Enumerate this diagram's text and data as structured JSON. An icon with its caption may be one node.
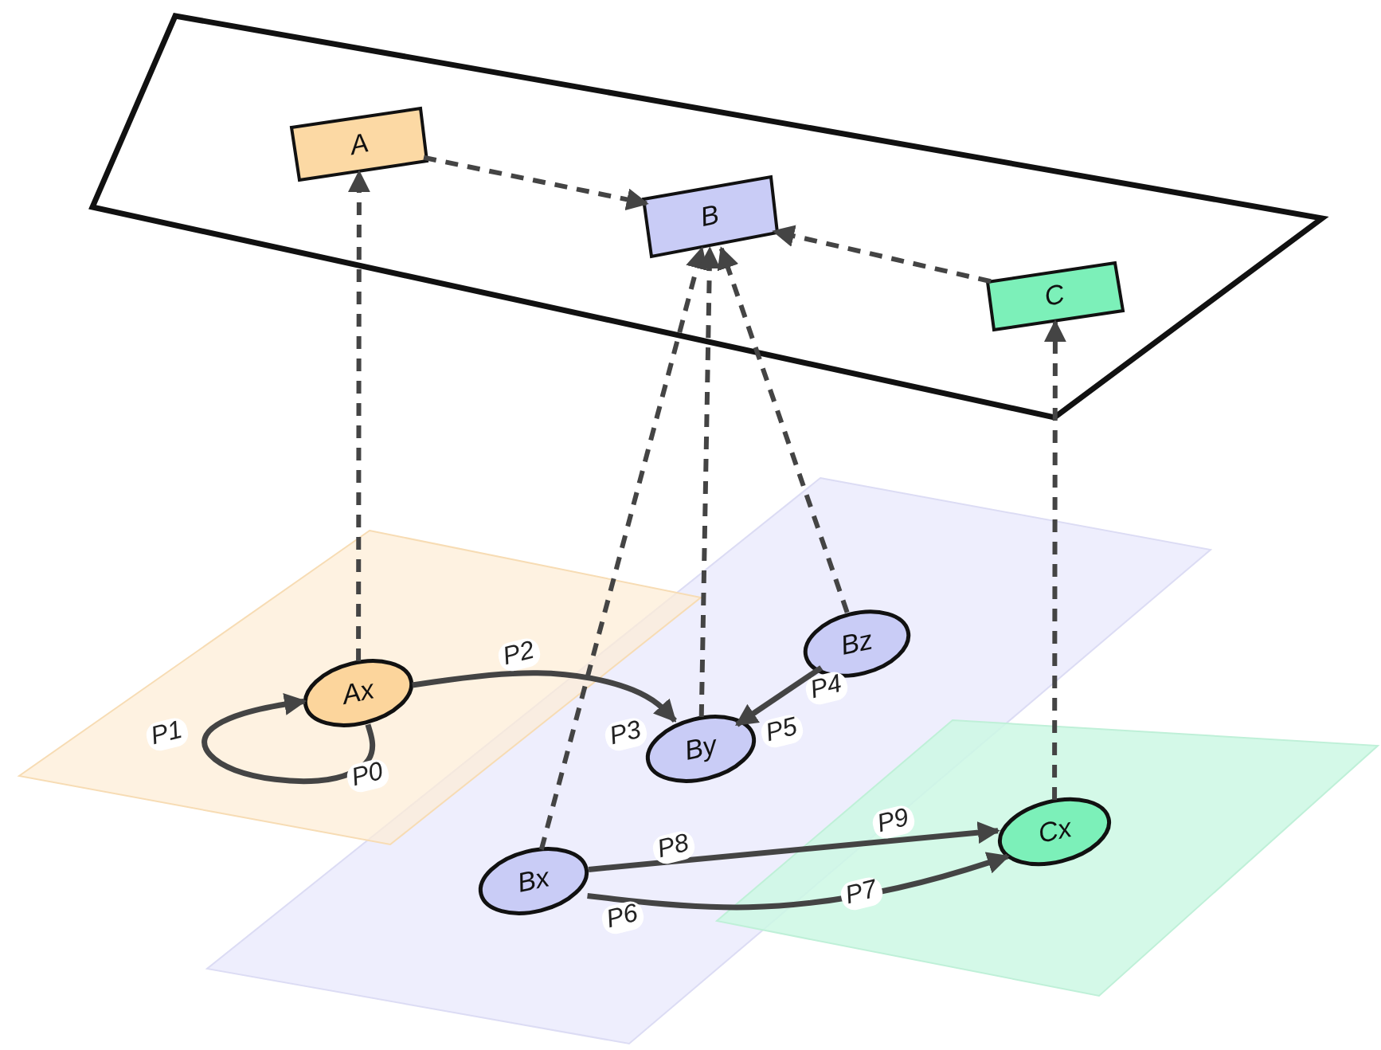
{
  "diagram": {
    "nodes": [
      {
        "text": [],
        "shape": "box"
      },
      {
        "text": [
          "A"
        ],
        "in": 0
      },
      {
        "text": [
          "B"
        ],
        "in": 0
      },
      {
        "text": [
          "C"
        ],
        "in": 0
      },
      {
        "text": [],
        "shape": "box"
      },
      {
        "text": [],
        "shape": "box"
      },
      {
        "text": [
          "Ax"
        ],
        "in": 5
      },
      {
        "text": [
          "Bz"
        ],
        "in": 4
      },
      {
        "text": [
          "By"
        ],
        "in": 4
      },
      {
        "text": [],
        "shape": "box"
      },
      {
        "text": [
          "Bx"
        ],
        "in": 4
      },
      {
        "text": [
          "Cx"
        ],
        "in": 9
      }
    ],
    "edges": [
      {
        "from": 6,
        "to": 1,
        "arrow": "to",
        "style": "dashed"
      },
      {
        "from": 1,
        "to": 2,
        "arrow": "to",
        "style": "dashed"
      },
      {
        "from": 3,
        "to": 2,
        "arrow": "to",
        "style": "dashed"
      },
      {
        "from": 10,
        "to": 2,
        "arrow": "to",
        "style": "dashed"
      },
      {
        "from": 8,
        "to": 2,
        "arrow": "to",
        "style": "dashed"
      },
      {
        "from": 7,
        "to": 2,
        "arrow": "to",
        "style": "dashed"
      },
      {
        "from": 11,
        "to": 3,
        "arrow": "to",
        "style": "dashed"
      },
      {
        "from": 6,
        "to": 6,
        "arrow": "to"
      },
      {
        "from": 6,
        "to": 8,
        "arrow": "to"
      },
      {
        "from": 7,
        "to": 8,
        "arrow": "to"
      },
      {
        "from": 10,
        "to": 11,
        "arrow": "to"
      },
      {
        "from": 10,
        "to": 11,
        "arrow": "to"
      }
    ],
    "labels": [
      "P2",
      "P4",
      "P1",
      "P3",
      "P5",
      "P0",
      "P9",
      "P8",
      "P7",
      "P6"
    ]
  }
}
